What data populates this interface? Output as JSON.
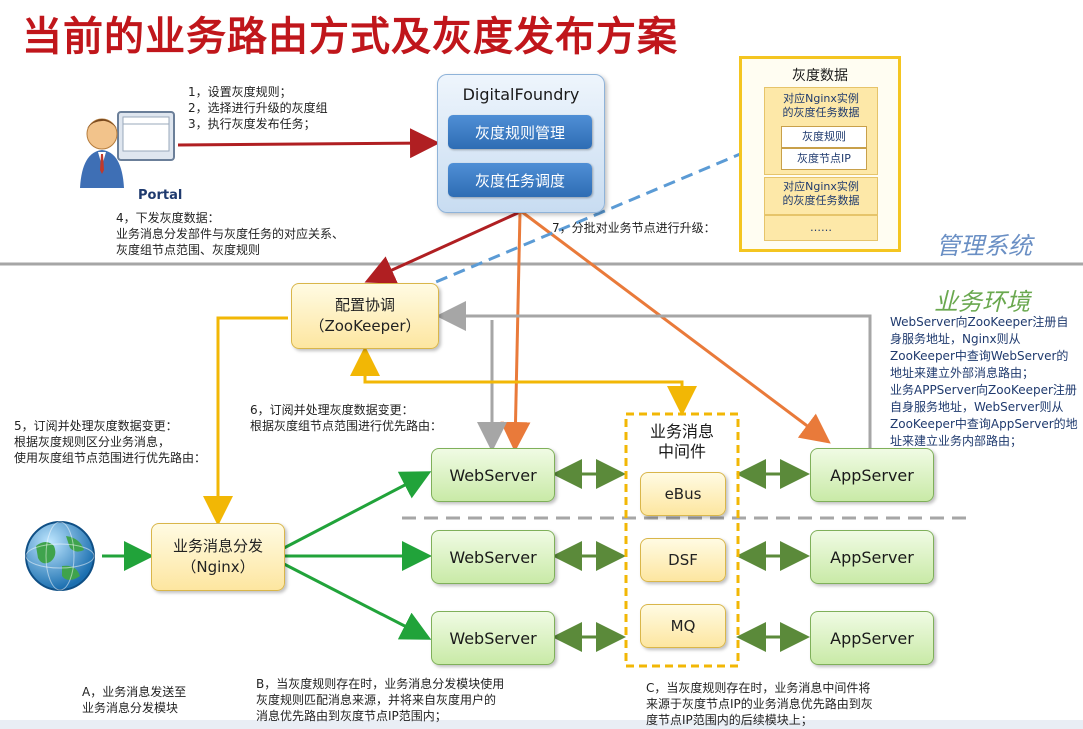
{
  "title": "当前的业务路由方式及灰度发布方案",
  "portal": {
    "label": "Portal"
  },
  "steps": {
    "s123": "1，设置灰度规则；\n2，选择进行升级的灰度组\n3，执行灰度发布任务；",
    "s4": "4，下发灰度数据：\n业务消息分发部件与灰度任务的对应关系、\n灰度组节点范围、灰度规则",
    "s7": "7，分批对业务节点进行升级：",
    "s5": "5，订阅并处理灰度数据变更：\n根据灰度规则区分业务消息，\n使用灰度组节点范围进行优先路由：",
    "s6": "6，订阅并处理灰度数据变更：\n根据灰度组节点范围进行优先路由：",
    "A": "A，业务消息发送至\n业务消息分发模块",
    "B": "B，当灰度规则存在时，业务消息分发模块使用\n灰度规则匹配消息来源，并将来自灰度用户的\n消息优先路由到灰度节点IP范围内；",
    "C": "C，当灰度规则存在时，业务消息中间件将\n来源于灰度节点IP的业务消息优先路由到灰\n度节点IP范围内的后续模块上；"
  },
  "digital_foundry": {
    "title": "DigitalFoundry",
    "btn_rules": "灰度规则管理",
    "btn_tasks": "灰度任务调度"
  },
  "gray_data": {
    "title": "灰度数据",
    "block1": "对应Nginx实例\n的灰度任务数据",
    "sub1": "灰度规则",
    "sub2": "灰度节点IP",
    "block2": "对应Nginx实例\n的灰度任务数据",
    "block3": "……"
  },
  "zones": {
    "management": "管理系统",
    "business": "业务环境"
  },
  "zookeeper": {
    "line1": "配置协调",
    "line2": "（ZooKeeper）"
  },
  "nginx": {
    "line1": "业务消息分发",
    "line2": "（Nginx）"
  },
  "middleware": {
    "title": "业务消息\n中间件",
    "items": [
      "eBus",
      "DSF",
      "MQ"
    ]
  },
  "webservers": [
    "WebServer",
    "WebServer",
    "WebServer"
  ],
  "appservers": [
    "AppServer",
    "AppServer",
    "AppServer"
  ],
  "right_note": "WebServer向ZooKeeper注册自\n身服务地址，Nginx则从\nZooKeeper中查询WebServer的\n地址来建立外部消息路由；\n业务APPServer向ZooKeeper注册\n自身服务地址，WebServer则从\nZooKeeper中查询AppServer的地\n址来建立业务内部路由；",
  "colors": {
    "title": "#c0161b",
    "red_arrow": "#b01f22",
    "orange_arrow": "#e97a3a",
    "green_arrow": "#21a33a",
    "yellow_arrow": "#f2b705",
    "gray_arrow": "#a6a6a6",
    "zone_label": "#6a8fc4",
    "business_label": "#6aa84f"
  }
}
